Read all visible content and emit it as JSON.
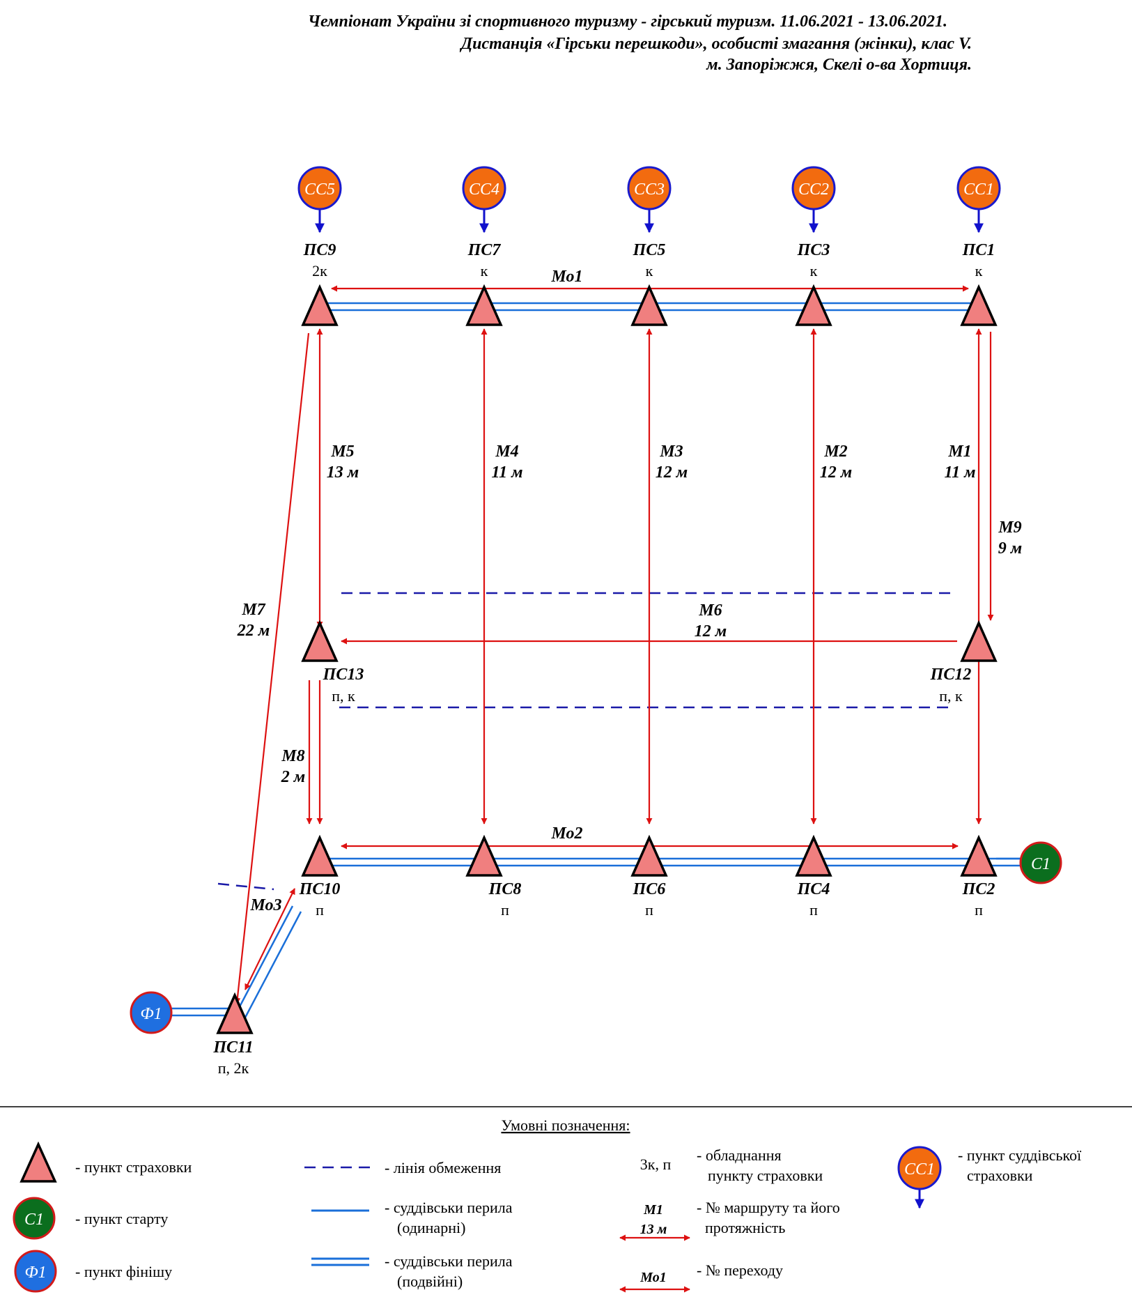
{
  "header": {
    "line1": "Чемпіонат України зі спортивного туризму - гірський туризм. 11.06.2021 - 13.06.2021.",
    "line2": "Дистанція «Гірськи перешкоди», особисті змагання (жінки), клас V.",
    "line3": "м. Запоріжжя, Скелі о-ва Хортиця."
  },
  "judges": [
    {
      "id": "cc5",
      "label": "СС5"
    },
    {
      "id": "cc4",
      "label": "СС4"
    },
    {
      "id": "cc3",
      "label": "СС3"
    },
    {
      "id": "cc2",
      "label": "СС2"
    },
    {
      "id": "cc1",
      "label": "СС1"
    }
  ],
  "points": {
    "ps9": {
      "name": "ПС9",
      "eq": "2к"
    },
    "ps7": {
      "name": "ПС7",
      "eq": "к"
    },
    "ps5": {
      "name": "ПС5",
      "eq": "к"
    },
    "ps3": {
      "name": "ПС3",
      "eq": "к"
    },
    "ps1": {
      "name": "ПС1",
      "eq": "к"
    },
    "ps13": {
      "name": "ПС13",
      "eq": "п, к"
    },
    "ps12": {
      "name": "ПС12",
      "eq": "п, к"
    },
    "ps10": {
      "name": "ПС10",
      "eq": "п"
    },
    "ps8": {
      "name": "ПС8",
      "eq": "п"
    },
    "ps6": {
      "name": "ПС6",
      "eq": "п"
    },
    "ps4": {
      "name": "ПС4",
      "eq": "п"
    },
    "ps2": {
      "name": "ПС2",
      "eq": "п"
    },
    "ps11": {
      "name": "ПС11",
      "eq": "п, 2к"
    }
  },
  "routes": {
    "m1": {
      "name": "М1",
      "len": "11 м"
    },
    "m2": {
      "name": "М2",
      "len": "12 м"
    },
    "m3": {
      "name": "М3",
      "len": "12 м"
    },
    "m4": {
      "name": "М4",
      "len": "11 м"
    },
    "m5": {
      "name": "М5",
      "len": "13 м"
    },
    "m6": {
      "name": "М6",
      "len": "12 м"
    },
    "m7": {
      "name": "М7",
      "len": "22 м"
    },
    "m8": {
      "name": "М8",
      "len": "2 м"
    },
    "m9": {
      "name": "М9",
      "len": "9 м"
    }
  },
  "transitions": {
    "mo1": "Мо1",
    "mo2": "Мо2",
    "mo3": "Мо3"
  },
  "start": {
    "label": "С1"
  },
  "finish": {
    "label": "Ф1"
  },
  "legend": {
    "title": "Умовні позначення:",
    "belay": "- пункт страховки",
    "start_text": "- пункт старту",
    "start_icon": "С1",
    "finish_text": "- пункт фінішу",
    "finish_icon": "Ф1",
    "limit": "- лінія обмеження",
    "single_1": "- суддівськи перила",
    "single_2": "(одинарні)",
    "double_1": "- суддівськи перила",
    "double_2": "(подвійні)",
    "equip_example": "3к, п",
    "equip_1": "- обладнання",
    "equip_2": "пункту страховки",
    "route_ex_name": "М1",
    "route_ex_len": "13 м",
    "route_1": "- № маршруту та його",
    "route_2": "протяжність",
    "trans_ex": "Мо1",
    "trans_text": "- № переходу",
    "judge_icon": "СС1",
    "judge_1": "- пункт суддівської",
    "judge_2": "страховки"
  },
  "colors": {
    "triangle": "#f07f7f",
    "judge": "#f26b0f",
    "start": "#0b6e1e",
    "finish": "#1f6fe0",
    "arrow": "#dd1111",
    "rope": "#1a6fd9",
    "limit": "#1a1aa8"
  }
}
